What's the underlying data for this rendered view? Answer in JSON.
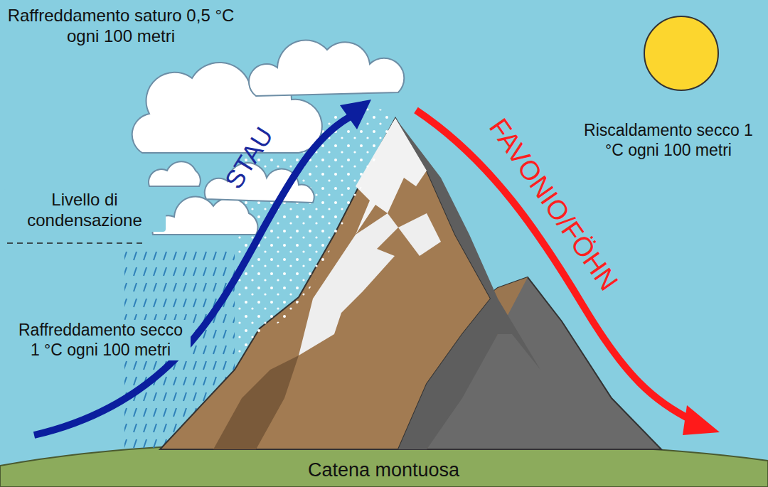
{
  "diagram": {
    "labels": [
      "Raffreddamento saturo 0,5 °C ogni 100 metri",
      "STAU",
      "Livello di condensazione",
      "Raffreddamento secco 1 °C ogni 100 metri",
      "FAVONIO/FÖHN",
      "Riscaldamento secco 1 °C ogni 100 metri",
      "Catena montuosa"
    ]
  }
}
